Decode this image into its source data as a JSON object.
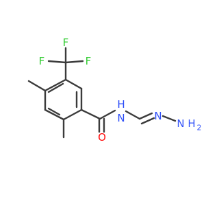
{
  "molecule": {
    "atom_labels": {
      "F_top": "F",
      "F_left": "F",
      "F_right": "F",
      "N_amide": "N",
      "H_amide": "H",
      "O_carbonyl": "O",
      "N_imine": "N",
      "N_terminal": "N",
      "H_terminal": "H",
      "H2_subscript": "2"
    },
    "colors": {
      "bond": "#3b3b3b",
      "fluorine": "#33cc33",
      "nitrogen": "#3050f8",
      "oxygen": "#ff0d0d"
    }
  }
}
